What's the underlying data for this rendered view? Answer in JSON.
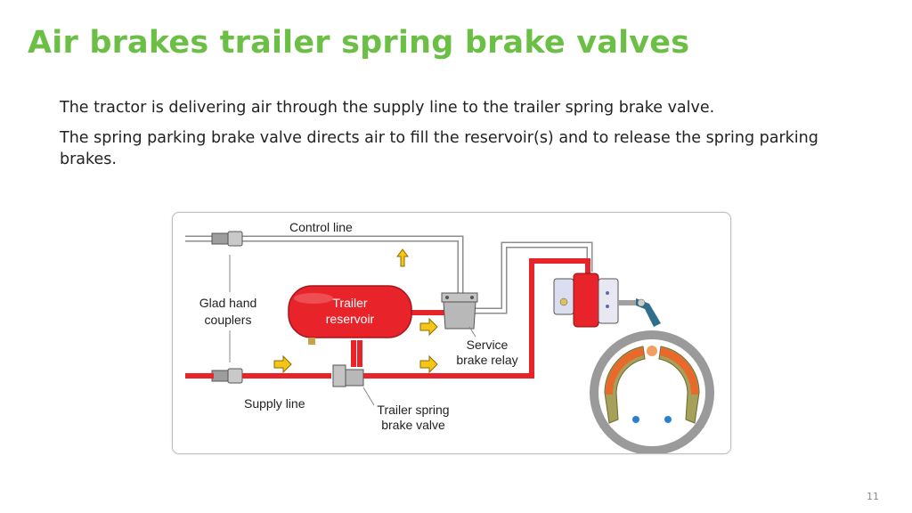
{
  "colors": {
    "title": "#6bbf45",
    "air_line_red": "#e8232a",
    "line_gray": "#8c8c8c",
    "arrow_yellow": "#f5c518",
    "reservoir_red": "#e8232a",
    "drum_gray": "#9a9a9a",
    "shoe_olive": "#a5a05a"
  },
  "slide": {
    "title": "Air brakes trailer spring brake valves",
    "paragraphs": [
      "The tractor is delivering air through the supply line to the trailer spring brake valve.",
      "The spring parking brake valve directs air to fill the reservoir(s) and to release the spring parking brakes."
    ],
    "page_number": "11"
  },
  "diagram": {
    "labels": {
      "control_line": "Control line",
      "glad_hand_line1": "Glad hand",
      "glad_hand_line2": "couplers",
      "reservoir_line1": "Trailer",
      "reservoir_line2": "reservoir",
      "service_relay_line1": "Service",
      "service_relay_line2": "brake relay",
      "supply_line": "Supply line",
      "spring_valve_line1": "Trailer spring",
      "spring_valve_line2": "brake valve"
    },
    "icons": [
      "flow-arrow-icon",
      "glad-hand-coupler-icon",
      "brake-chamber-icon",
      "brake-drum-icon"
    ]
  }
}
